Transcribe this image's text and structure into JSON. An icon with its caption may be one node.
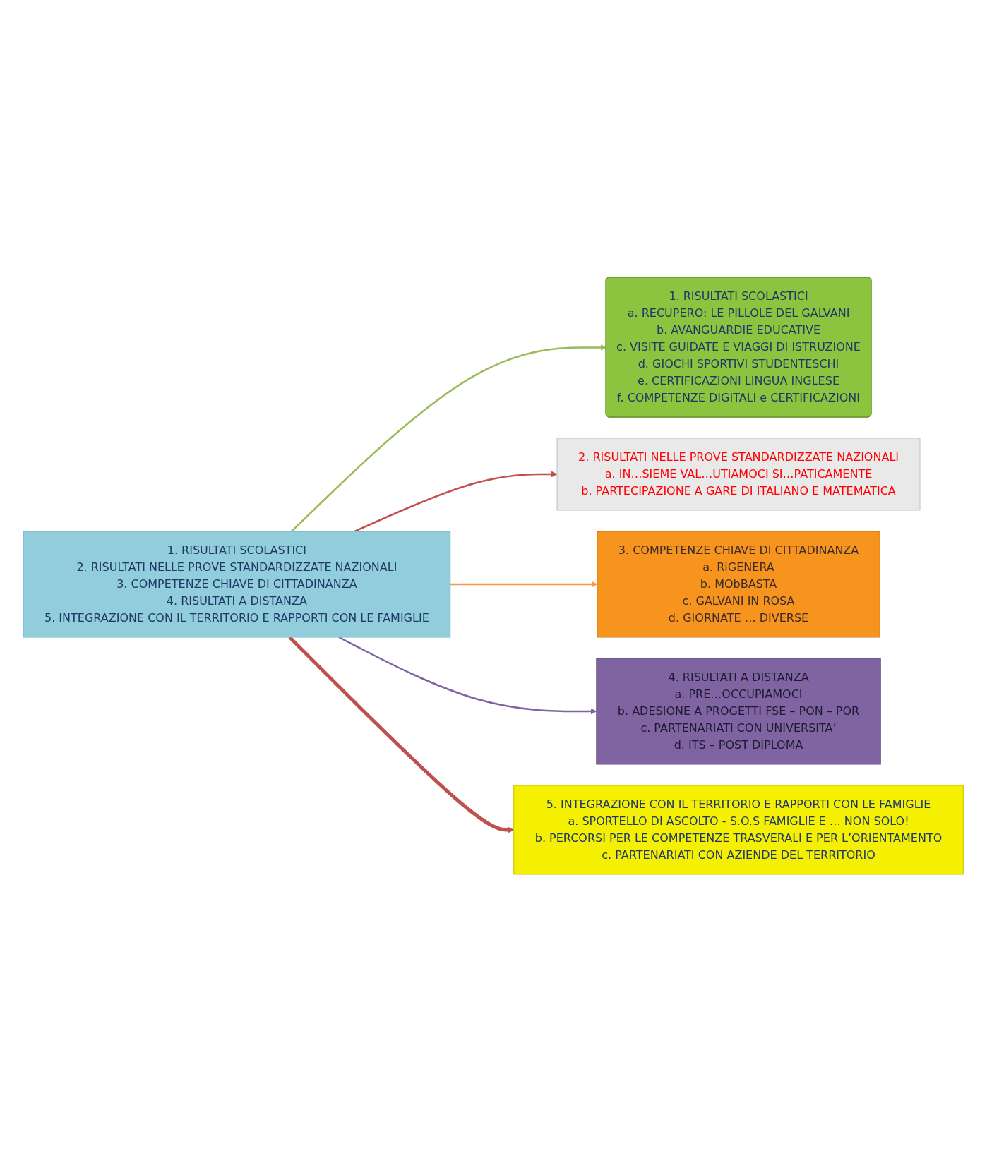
{
  "diagram": {
    "nodes": [
      {
        "text": [
          "1. RISULTATI SCOLASTICI",
          "2. RISULTATI NELLE PROVE STANDARDIZZATE NAZIONALI",
          "3. COMPETENZE CHIAVE DI CITTADINANZA",
          "4. RISULTATI A DISTANZA",
          "5. INTEGRAZIONE CON IL TERRITORIO E RAPPORTI CON LE FAMIGLIE"
        ]
      },
      {
        "text": [
          "1. RISULTATI SCOLASTICI",
          "a. RECUPERO: LE PILLOLE DEL GALVANI",
          "b. AVANGUARDIE EDUCATIVE",
          "c. VISITE GUIDATE E VIAGGI DI ISTRUZIONE",
          "d. GIOCHI SPORTIVI STUDENTESCHI",
          "e. CERTIFICAZIONI LINGUA INGLESE",
          "f. COMPETENZE DIGITALI e CERTIFICAZIONI"
        ]
      },
      {
        "text": [
          "2. RISULTATI NELLE PROVE STANDARDIZZATE NAZIONALI",
          "a. IN…SIEME VAL…UTIAMOCI SI…PATICAMENTE",
          "b. PARTECIPAZIONE A GARE DI ITALIANO E MATEMATICA"
        ]
      },
      {
        "text": [
          "3. COMPETENZE CHIAVE DI CITTADINANZA",
          "a. RiGENERA",
          "b. MObBASTA",
          "c. GALVANI IN ROSA",
          "d. GIORNATE … DIVERSE"
        ]
      },
      {
        "text": [
          "4. RISULTATI A DISTANZA",
          "a. PRE…OCCUPIAMOCI",
          "b. ADESIONE A PROGETTI FSE – PON – POR",
          "c. PARTENARIATI CON UNIVERSITA’",
          "d. ITS – POST DIPLOMA"
        ]
      },
      {
        "text": [
          "5. INTEGRAZIONE CON IL TERRITORIO E RAPPORTI CON LE FAMIGLIE",
          "a. SPORTELLO DI ASCOLTO - S.O.S FAMIGLIE E … NON SOLO!",
          "b. PERCORSI PER LE COMPETENZE TRASVERALI E PER L’ORIENTAMENTO",
          "c. PARTENARIATI CON AZIENDE DEL TERRITORIO"
        ]
      }
    ],
    "edges": [
      {
        "from": 0,
        "to": 1,
        "arrow": "to",
        "color": "#9bbb59"
      },
      {
        "from": 0,
        "to": 2,
        "arrow": "to",
        "color": "#c0504d"
      },
      {
        "from": 0,
        "to": 3,
        "arrow": "to",
        "color": "#f79646"
      },
      {
        "from": 0,
        "to": 4,
        "arrow": "to",
        "color": "#8064a2"
      },
      {
        "from": 0,
        "to": 5,
        "arrow": "to",
        "style": "thick",
        "color": "#c0504d"
      }
    ]
  }
}
